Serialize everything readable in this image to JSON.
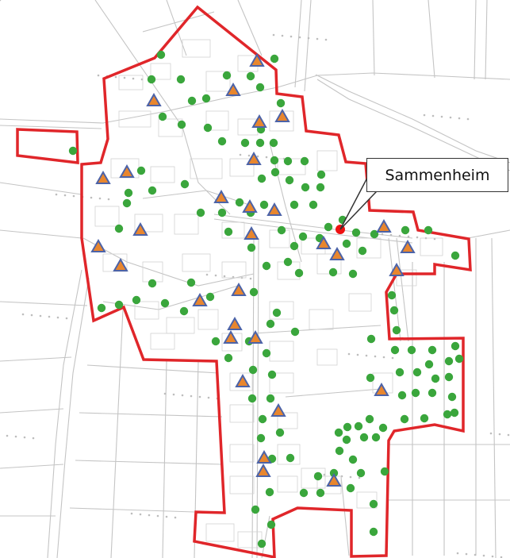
{
  "map": {
    "place_label": "Sammenheim",
    "colors": {
      "boundary": "#e0262a",
      "roads": "#bdbdbd",
      "tree_marker": "#3aa63c",
      "triangle_fill": "#e8862e",
      "triangle_stroke": "#4c63a8",
      "place_marker": "#ee1111"
    },
    "marker_types": {
      "circles": "green-dot-marker",
      "triangles": "orange-triangle-marker",
      "place": "red-dot-marker"
    }
  }
}
